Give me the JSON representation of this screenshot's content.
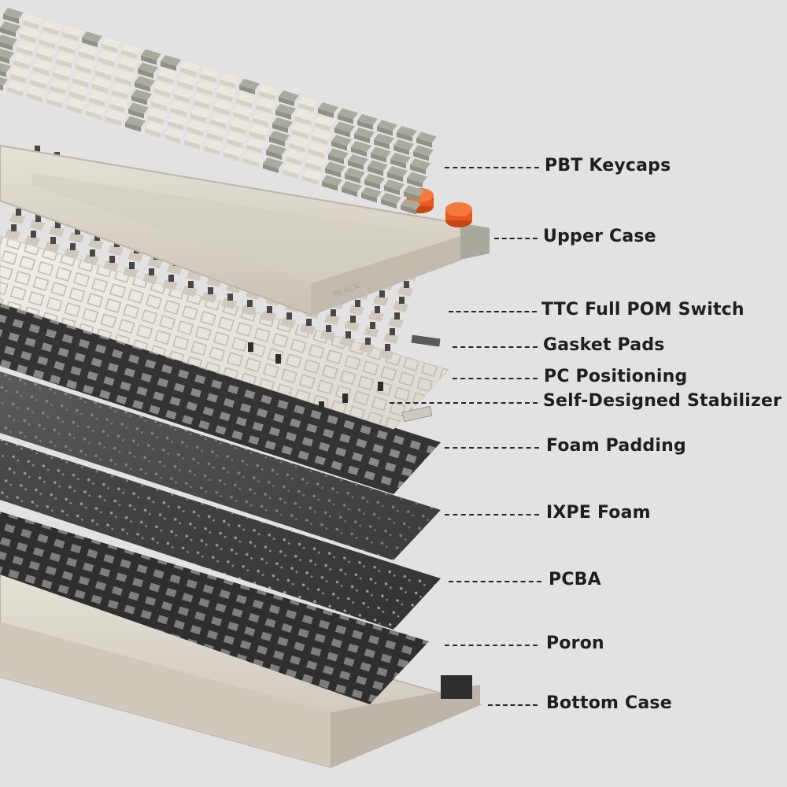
{
  "diagram": {
    "type": "exploded-view",
    "colors": {
      "background": "#e2e2e2",
      "case": "#d9d4ca",
      "keycap_light": "#ece8df",
      "keycap_dark": "#a9ab9f",
      "plate_dark": "#3c3c3c",
      "foam": "#454545",
      "knob": "#e9581e",
      "text": "#1e1e1e"
    },
    "emblem_text": "BLACK",
    "layers": [
      {
        "id": "pbt-keycaps",
        "label": "PBT Keycaps"
      },
      {
        "id": "upper-case",
        "label": "Upper Case"
      },
      {
        "id": "ttc-switch",
        "label": "TTC Full POM Switch"
      },
      {
        "id": "gasket-pads",
        "label": "Gasket Pads"
      },
      {
        "id": "pc-positioning",
        "label": "PC Positioning"
      },
      {
        "id": "stabilizer",
        "label": "Self-Designed Stabilizer"
      },
      {
        "id": "foam-padding",
        "label": "Foam Padding"
      },
      {
        "id": "ixpe-foam",
        "label": "IXPE Foam"
      },
      {
        "id": "pcba",
        "label": "PCBA"
      },
      {
        "id": "poron",
        "label": "Poron"
      },
      {
        "id": "bottom-case",
        "label": "Bottom Case"
      }
    ]
  }
}
